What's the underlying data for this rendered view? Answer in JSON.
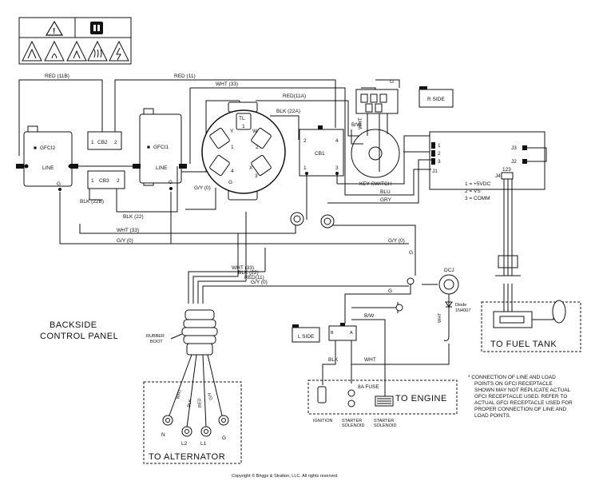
{
  "wires": {
    "red_11b": "RED (11B)",
    "red_11": "RED (11)",
    "wht_33_top": "WHT (33)",
    "red_11a": "RED(11A)",
    "blk_22a": "BLK (22A)",
    "gy_0_left": "G/Y (0)",
    "blk_22b": "BLK (22B)",
    "blk_22": "BLK (22)",
    "wht_33_mid": "WHT (33)",
    "gy_0_mid": "G/Y (0)",
    "gy_0_right": "G/Y (0)",
    "g_top": "G",
    "g_right": "G",
    "g_mid": "G",
    "bw_key": "B/W",
    "blu": "BLU",
    "gry": "GRY",
    "bw_eng": "B/W",
    "blk_eng": "BLK",
    "wht_eng": "WHT",
    "wht_dcj": "WHT",
    "bundle_wht": "WHT (33)",
    "bundle_blk": "BLK (22)",
    "bundle_red": "RED(11)",
    "bundle_gy": "G/Y (0)",
    "key_wht": "WHT"
  },
  "components": {
    "gfci2": "GFCI2",
    "gfci1": "GFCI1",
    "line2": "LINE",
    "line1": "LINE",
    "gfci2_g": "G",
    "gfci1_g": "G",
    "cb2": "CB2",
    "cb3": "CB3",
    "cb1": "CB1",
    "key_switch": "KEY SWITCH",
    "r_side": "R SIDE",
    "l_side": "L SIDE",
    "dcj": "DCJ",
    "diode": "Diode",
    "diode_part": "1N4007",
    "fuse": "8A FUSE",
    "rubber_boot_1": "RUBBER",
    "rubber_boot_2": "BOOT",
    "receptacle_tl": "TL",
    "receptacle_y": "Y",
    "receptacle_w": "W",
    "receptacle_x": "X",
    "receptacle_g": "G"
  },
  "pins": {
    "one": "1",
    "two": "2",
    "three": "3",
    "four": "4",
    "j1": "J1",
    "j2": "J2",
    "j3": "J3",
    "j4": "J4",
    "j4_pins": "123",
    "eng_b": "B",
    "eng_a": "A",
    "alt_wht": "WHT",
    "alt_blk": "BLK",
    "alt_red": "RED",
    "alt_gy": "G/Y",
    "alt_n": "N",
    "alt_l2": "L2",
    "alt_l1": "L1",
    "alt_g": "G"
  },
  "legend": {
    "pin1": "1 = +5VDC",
    "pin2": "2 = VS",
    "pin3": "3 = COMM"
  },
  "sections": {
    "backside_1": "BACKSIDE",
    "backside_2": "CONTROL PANEL",
    "to_alternator": "TO ALTERNATOR",
    "to_engine": "TO ENGINE",
    "to_fuel_tank": "TO FUEL TANK",
    "ignition": "IGNITION",
    "starter_sol_1a": "STARTER",
    "starter_sol_1b": "SOLENOID",
    "starter_sol_2a": "STARTER",
    "starter_sol_2b": "SOLENOID"
  },
  "note": {
    "line1": "* CONNECTION OF LINE AND LOAD",
    "line2": "POINTS ON GFCI RECEPTACLE",
    "line3": "SHOWN MAY NOT REPLICATE ACTUAL",
    "line4": "GFCI RECEPTACLE USED. REFER TO",
    "line5": "ACTUAL GFCI RECEPTACLE USED FOR",
    "line6": "PROPER CONNECTION OF LINE AND",
    "line7": "LOAD POINTS."
  },
  "footer": {
    "copyright": "Copyright © Briggs & Stratton, LLC. All rights reserved."
  }
}
